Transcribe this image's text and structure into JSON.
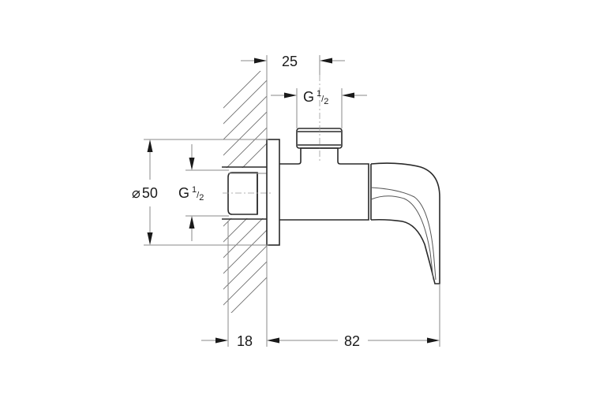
{
  "drawing": {
    "type": "technical-dimension-drawing",
    "subject": "angle valve with spout (side view)",
    "line_color": "#2a2a2a",
    "dim_line_color": "#8a8a8a"
  },
  "dimensions": {
    "top_offset": "25",
    "top_thread": {
      "prefix": "G",
      "num": "1",
      "den": "2"
    },
    "diameter": {
      "symbol": "⌀",
      "value": "50"
    },
    "inlet_thread": {
      "prefix": "G",
      "num": "1",
      "den": "2"
    },
    "wall_depth": "18",
    "projection": "82"
  }
}
